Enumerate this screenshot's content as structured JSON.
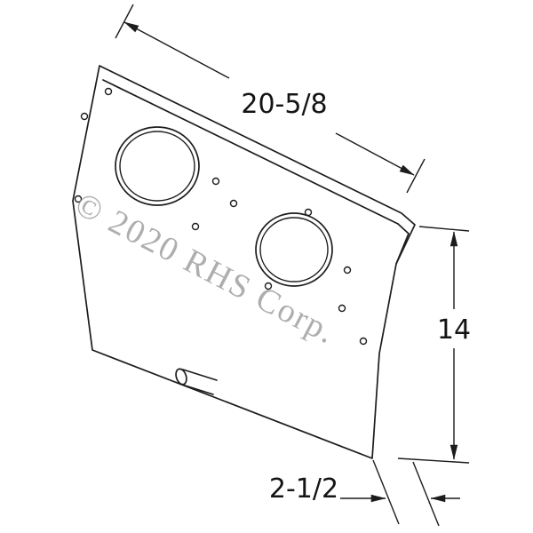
{
  "watermark": {
    "text": "© 2020 RHS Corp."
  },
  "dimensions": {
    "width": {
      "label": "20-5/8"
    },
    "height": {
      "label": "14"
    },
    "depth": {
      "label": "2-1/2"
    }
  },
  "colors": {
    "background": "#ffffff",
    "line": "#1c1c1c",
    "watermark": "#9b9b9b"
  }
}
